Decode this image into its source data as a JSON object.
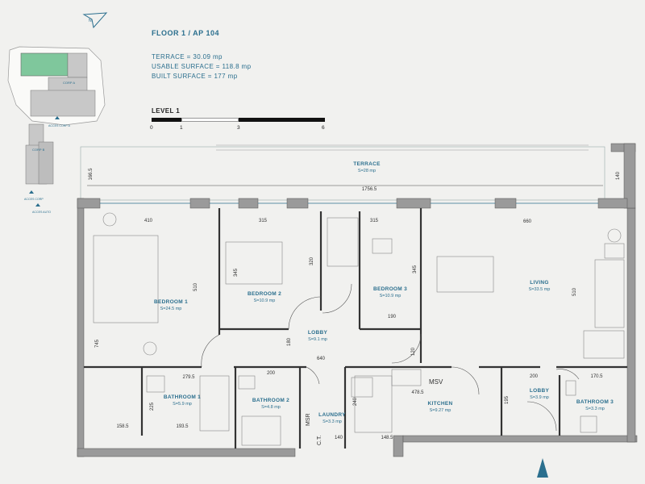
{
  "header": {
    "title": "FLOOR 1 / AP 104",
    "terrace": "TERRACE = 30.09 mp",
    "usable": "USABLE SURFACE = 118.8 mp",
    "built": "BUILT SURFACE = 177 mp"
  },
  "scale": {
    "title": "LEVEL 1",
    "ticks": [
      "0",
      "1",
      "3",
      "6"
    ]
  },
  "keyplan": {
    "corp_a": "CORP A",
    "corp_b": "CORP B",
    "acces_corp_a": "ACCES CORP A",
    "acces_corp": "ACCES CORP",
    "acces_auto": "ACCES AUTO",
    "north": "N"
  },
  "rooms": {
    "terrace": {
      "name": "TERRACE",
      "area": "S=28 mp"
    },
    "bedroom1": {
      "name": "BEDROOM 1",
      "area": "S=24.5 mp"
    },
    "bedroom2": {
      "name": "BEDROOM 2",
      "area": "S=10.9 mp"
    },
    "bedroom3": {
      "name": "BEDROOM 3",
      "area": "S=10.9 mp"
    },
    "living": {
      "name": "LIVING",
      "area": "S=33.5 mp"
    },
    "lobby": {
      "name": "LOBBY",
      "area": "S=9.1 mp"
    },
    "bathroom1": {
      "name": "BATHROOM 1",
      "area": "S=5.9 mp"
    },
    "bathroom2": {
      "name": "BATHROOM 2",
      "area": "S=4.8 mp"
    },
    "laundry": {
      "name": "LAUNDRY",
      "area": "S=3.3 mp"
    },
    "kitchen": {
      "name": "KITCHEN",
      "area": "S=9.27 mp"
    },
    "lobby2": {
      "name": "LOBBY",
      "area": "S=3.9 mp"
    },
    "bathroom3": {
      "name": "BATHROOM 3",
      "area": "S=3.3 mp"
    }
  },
  "labels": {
    "msv": "MSV",
    "msr": "MSR",
    "ct": "C.T."
  },
  "dims": {
    "d1756": "1756.5",
    "d166": "166.5",
    "d140a": "140",
    "d410": "410",
    "d315a": "315",
    "d315b": "315",
    "d660": "660",
    "d345a": "345",
    "d320": "320",
    "d345b": "345",
    "d510a": "510",
    "d510b": "510",
    "d745": "745",
    "d190": "190",
    "d180": "180",
    "d120": "120",
    "d640": "640",
    "d279": "279.5",
    "d200a": "200",
    "d200b": "200",
    "d170": "170.5",
    "d225": "225",
    "d195": "195",
    "d240": "240",
    "d478": "478.5",
    "d158": "158.5",
    "d193": "193.5",
    "d140b": "140",
    "d148": "148.5"
  }
}
